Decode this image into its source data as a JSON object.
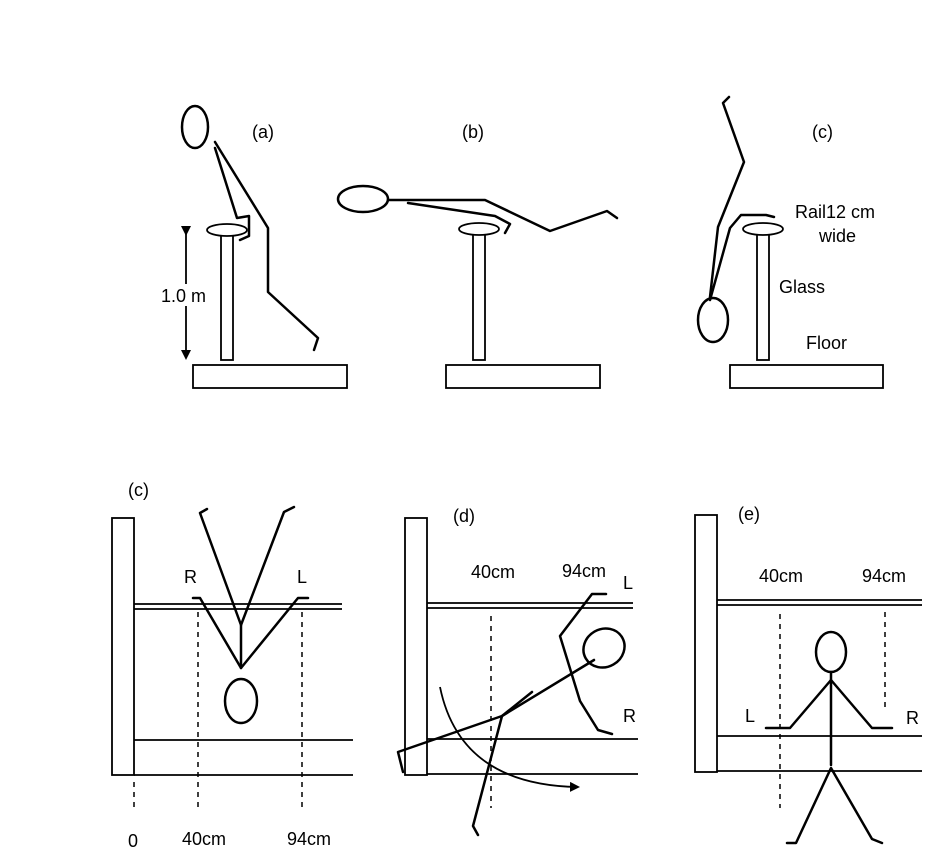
{
  "top_panels": {
    "a": {
      "label": "(a)",
      "height_label": "1.0 m"
    },
    "b": {
      "label": "(b)"
    },
    "c": {
      "label": "(c)",
      "rail_label_line1": "Rail12 cm",
      "rail_label_line2": "wide",
      "glass_label": "Glass",
      "floor_label": "Floor"
    }
  },
  "bottom_panels": {
    "c": {
      "label": "(c)",
      "right_label": "R",
      "left_label": "L",
      "tick_0": "0",
      "tick_40": "40cm",
      "tick_94": "94cm"
    },
    "d": {
      "label": "(d)",
      "tick_40": "40cm",
      "tick_94": "94cm",
      "left_label": "L",
      "right_label": "R"
    },
    "e": {
      "label": "(e)",
      "tick_40": "40cm",
      "tick_94": "94cm",
      "left_label": "L",
      "right_label": "R"
    }
  }
}
